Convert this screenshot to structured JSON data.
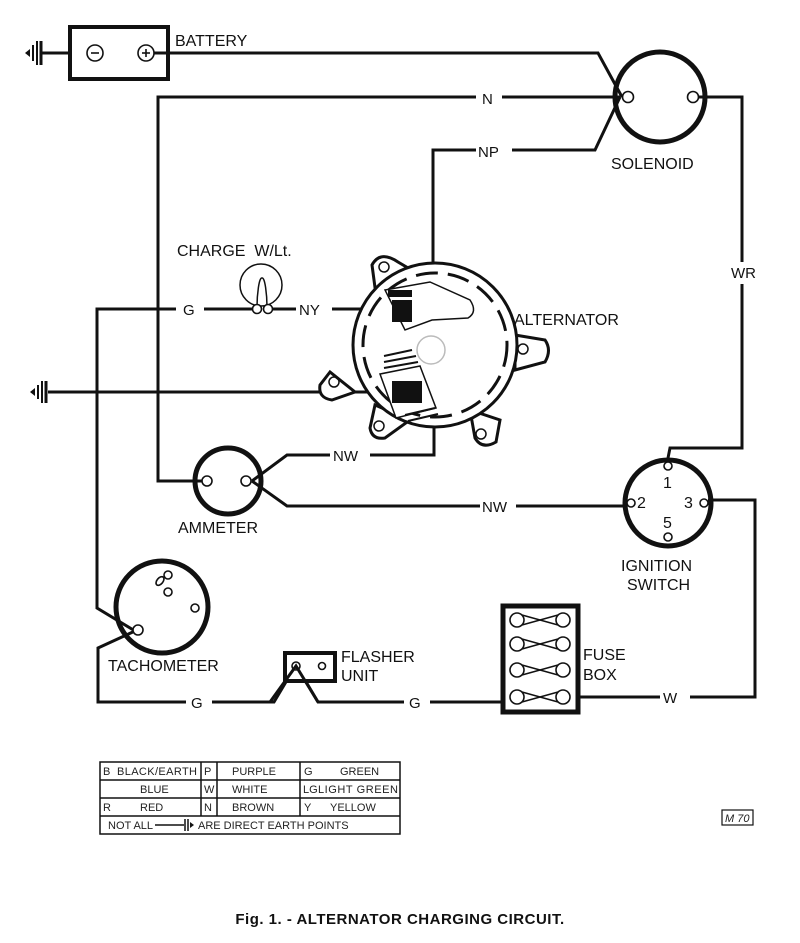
{
  "components": {
    "battery": {
      "label": "BATTERY",
      "neg": "−",
      "pos": "+"
    },
    "solenoid": {
      "label": "SOLENOID"
    },
    "charge_warning_light": {
      "label": "CHARGE  W/Lt."
    },
    "alternator": {
      "label": "ALTERNATOR"
    },
    "ammeter": {
      "label": "AMMETER"
    },
    "ignition_switch": {
      "label_line1": "IGNITION",
      "label_line2": "SWITCH",
      "terminals": [
        "1",
        "2",
        "3",
        "5"
      ]
    },
    "tachometer": {
      "label": "TACHOMETER"
    },
    "flasher_unit": {
      "label_line1": "FLASHER",
      "label_line2": "UNIT"
    },
    "fuse_box": {
      "label_line1": "FUSE",
      "label_line2": "BOX"
    }
  },
  "wires": {
    "battery_solenoid_n": "N",
    "solenoid_np": "NP",
    "solenoid_ignition_wr": "WR",
    "warning_light_g": "G",
    "warning_light_ny": "NY",
    "ammeter_alternator_nw": "NW",
    "ammeter_ignition_nw": "NW",
    "tacho_flasher_g": "G",
    "flasher_fuse_g": "G",
    "fuse_ignition_w": "W"
  },
  "legend": {
    "rows": [
      [
        {
          "code": "B",
          "color": "BLACK/EARTH"
        },
        {
          "code": "P",
          "color": "PURPLE"
        },
        {
          "code": "G",
          "color": "GREEN"
        }
      ],
      [
        {
          "code": "",
          "color": "BLUE"
        },
        {
          "code": "W",
          "color": "WHITE"
        },
        {
          "code": "LG",
          "color": "LIGHT GREEN"
        }
      ],
      [
        {
          "code": "R",
          "color": "RED"
        },
        {
          "code": "N",
          "color": "BROWN"
        },
        {
          "code": "Y",
          "color": "YELLOW"
        }
      ]
    ],
    "note_prefix": "NOT ALL",
    "note_suffix": "ARE DIRECT EARTH POINTS"
  },
  "ref_code": "M 70",
  "caption": "Fig. 1. - ALTERNATOR CHARGING CIRCUIT."
}
